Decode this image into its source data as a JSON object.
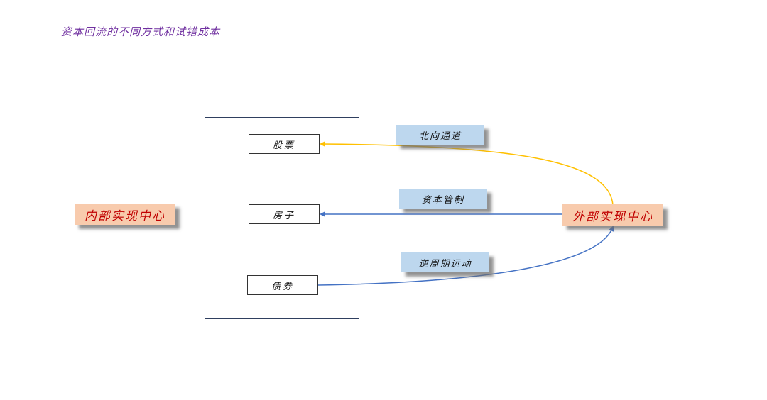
{
  "title": "资本回流的不同方式和试错成本",
  "nodes": {
    "internal_center": {
      "label": "内部实现中心",
      "fill": "#f8cbad",
      "text_color": "#c00000"
    },
    "external_center": {
      "label": "外部实现中心",
      "fill": "#f8cbad",
      "text_color": "#c00000"
    },
    "assets": [
      {
        "id": "stocks",
        "label": "股票"
      },
      {
        "id": "housing",
        "label": "房子"
      },
      {
        "id": "bonds",
        "label": "债券"
      }
    ]
  },
  "channels": [
    {
      "id": "northbound",
      "label": "北向通道",
      "from": "external_center",
      "to": "stocks",
      "color": "#ffc000",
      "direction": "external → stocks"
    },
    {
      "id": "capital_control",
      "label": "资本管制",
      "from": "external_center",
      "to": "housing",
      "color": "#4472c4",
      "direction": "external → housing"
    },
    {
      "id": "countercyclical",
      "label": "逆周期运动",
      "from": "bonds",
      "to": "external_center",
      "color": "#4472c4",
      "direction": "bonds → external"
    }
  ],
  "colors": {
    "title": "#7030a0",
    "channel_label_fill": "#bdd7ee",
    "container_border": "#2f3f5f"
  }
}
